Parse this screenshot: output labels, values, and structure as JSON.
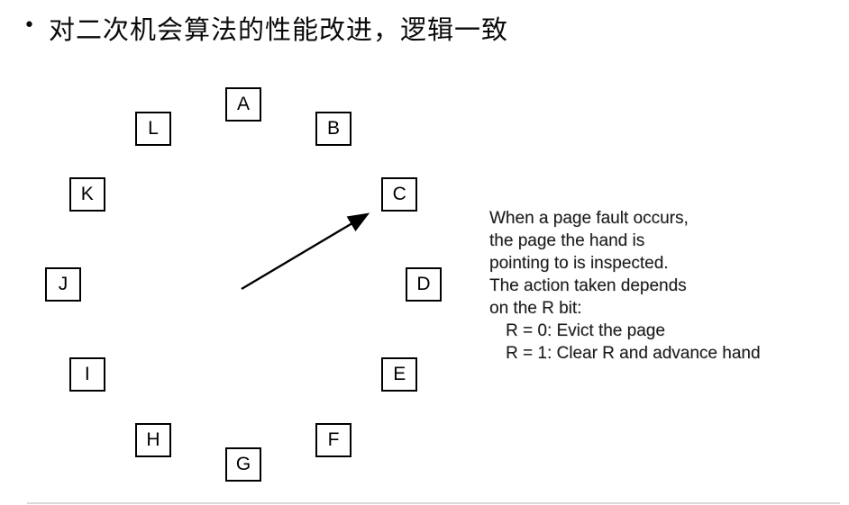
{
  "title": {
    "bullet": "•",
    "text": "对二次机会算法的性能改进，逻辑一致"
  },
  "colors": {
    "background": "#ffffff",
    "text": "#111111",
    "box_border": "#000000"
  },
  "diagram": {
    "type": "clock-page-replacement",
    "nodes": [
      "A",
      "B",
      "C",
      "D",
      "E",
      "F",
      "G",
      "H",
      "I",
      "J",
      "K",
      "L"
    ],
    "hand_points_to": "C",
    "caption_lines": [
      {
        "text": "When a page fault occurs,",
        "indent": false
      },
      {
        "text": "the page the hand is",
        "indent": false
      },
      {
        "text": "pointing to is inspected.",
        "indent": false
      },
      {
        "text": "The action taken depends",
        "indent": false
      },
      {
        "text": "on the R bit:",
        "indent": false
      },
      {
        "text": "R = 0: Evict the page",
        "indent": true
      },
      {
        "text": "R = 1: Clear R and advance hand",
        "indent": true
      }
    ]
  }
}
